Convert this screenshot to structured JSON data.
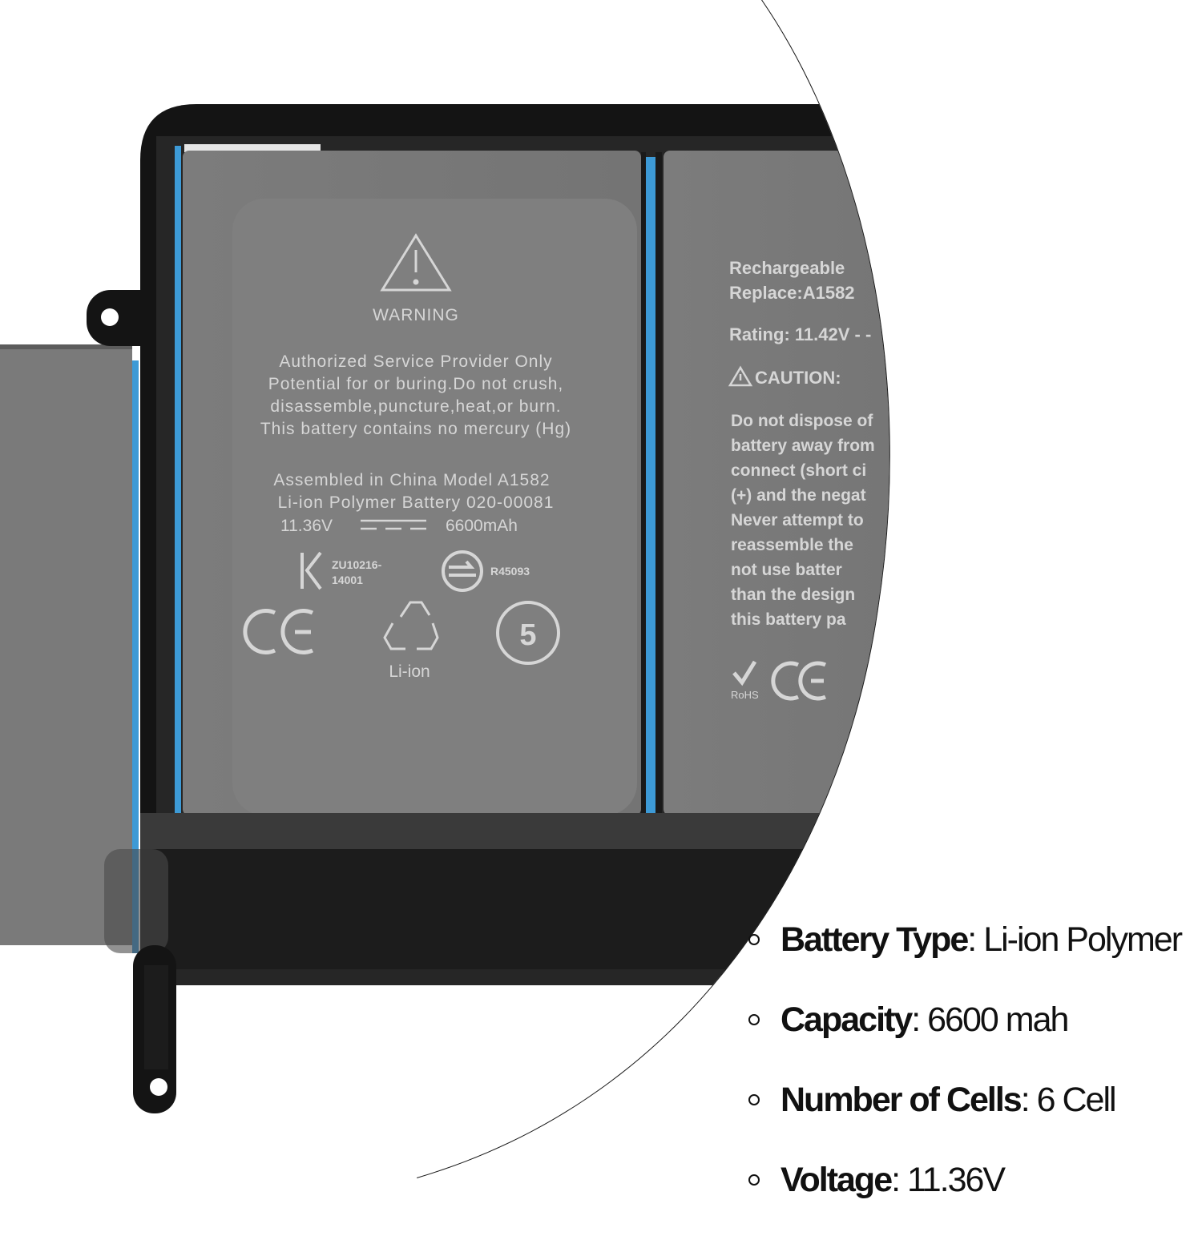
{
  "label_left": {
    "warning_title": "WARNING",
    "warning_lines": [
      "Authorized Service Provider Only",
      "Potential for or buring.Do not crush,",
      "disassemble,puncture,heat,or burn.",
      "This battery contains no mercury (Hg)"
    ],
    "assembly_line": "Assembled in China Model A1582",
    "battery_line": "Li-ion Polymer Battery 020-00081",
    "voltage": "11.36V",
    "capacity": "6600mAh",
    "kc_code_1": "ZU10216-",
    "kc_code_2": "14001",
    "cert_code": "R45093",
    "ce_mark": "CE",
    "recycle_label": "Li-ion",
    "recycle_years": "5"
  },
  "label_right": {
    "line1": "Rechargeable",
    "line2": "Replace:A1582",
    "rating": "Rating: 11.42V - -",
    "caution": "CAUTION:",
    "caution_lines": [
      "Do not dispose of",
      "battery away from",
      "connect (short ci",
      "(+) and the negat",
      "Never attempt to",
      "reassemble the",
      "not use batter",
      "than the design",
      "this battery pa"
    ],
    "rohs": "RoHS",
    "ce_mark": "CE"
  },
  "specs": [
    {
      "key": "Battery Type",
      "value": ": Li-ion Polymer"
    },
    {
      "key": "Capacity",
      "value": ": 6600 mah"
    },
    {
      "key": "Number of Cells",
      "value": ": 6 Cell"
    },
    {
      "key": "Voltage",
      "value": ": 11.36V"
    }
  ],
  "colors": {
    "cell_gray": "#7a7a7a",
    "frame_black": "#141414",
    "accent_blue": "#3d9ad6",
    "label_text": "#d6d6d6"
  }
}
